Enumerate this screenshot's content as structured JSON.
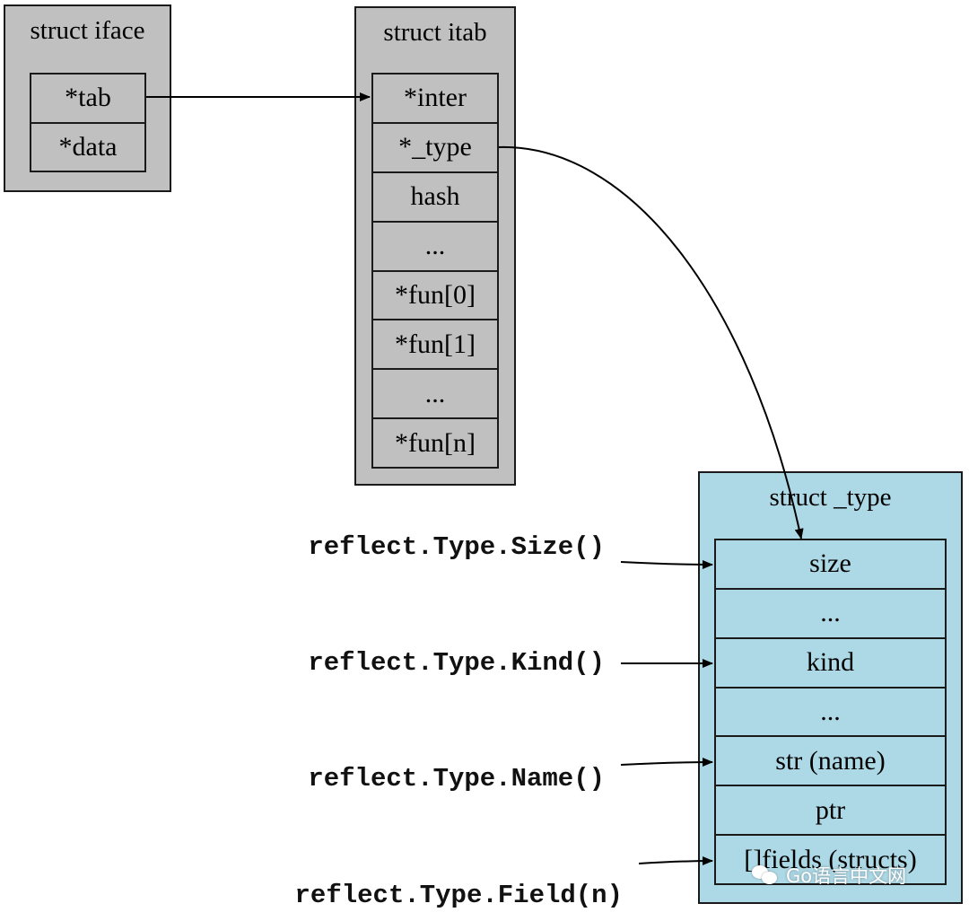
{
  "iface": {
    "title": "struct iface",
    "fields": [
      "*tab",
      "*data"
    ]
  },
  "itab": {
    "title": "struct itab",
    "fields": [
      "*inter",
      "*_type",
      "hash",
      "...",
      "*fun[0]",
      "*fun[1]",
      "...",
      "*fun[n]"
    ]
  },
  "type": {
    "title": "struct _type",
    "fields": [
      "size",
      "...",
      "kind",
      "...",
      "str (name)",
      "ptr",
      "[]fields (structs)"
    ]
  },
  "methods": [
    "reflect.Type.Size()",
    "reflect.Type.Kind()",
    "reflect.Type.Name()",
    "reflect.Type.Field(n)"
  ],
  "watermark": {
    "text": "Go语言中文网",
    "icon": "wechat-icon"
  },
  "colors": {
    "gray_cluster": "#c0c0c0",
    "blue_cluster": "#add8e6",
    "stroke": "#1a1a1a"
  }
}
